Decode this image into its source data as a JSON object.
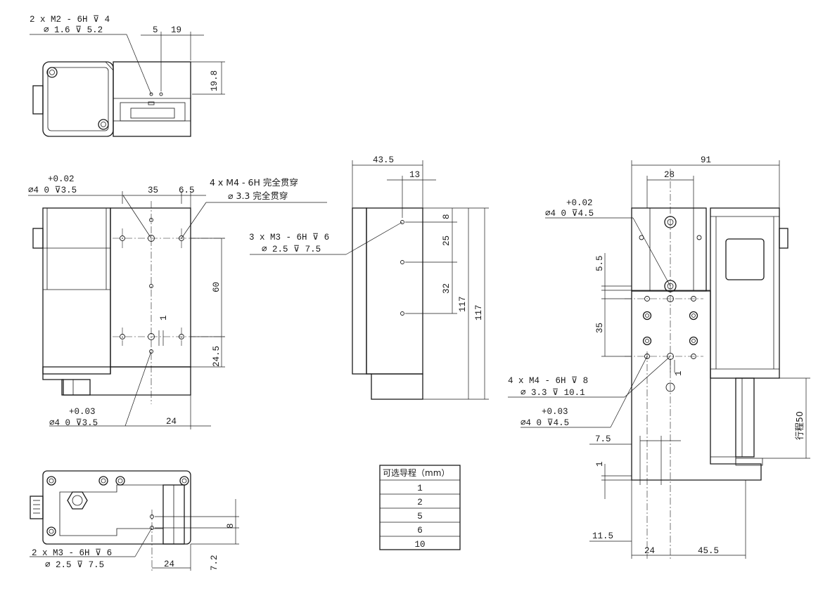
{
  "top_view": {
    "callout_line1": "2 x  M2 - 6H ⊽ 4",
    "callout_line2": "⌀  1.6 ⊽ 5.2",
    "dim_5": "5",
    "dim_19": "19",
    "dim_19_8": "19.8"
  },
  "front_view": {
    "tol_top": "+0.02",
    "pin_top": "⌀4  0   ⊽3.5",
    "tol_bottom": "+0.03",
    "pin_bottom": "⌀4  0   ⊽3.5",
    "callout_m4_line1": "4 x  M4 - 6H 完全贯穿",
    "callout_m4_line2": "⌀  3.3 完全贯穿",
    "dim_35": "35",
    "dim_6_5": "6.5",
    "dim_60": "60",
    "dim_1": "1",
    "dim_24_5": "24.5",
    "dim_24": "24"
  },
  "side_view": {
    "callout_line1": "3 x  M3 - 6H ⊽ 6",
    "callout_line2": "⌀  2.5 ⊽ 7.5",
    "dim_43_5": "43.5",
    "dim_13": "13",
    "dim_8": "8",
    "dim_25": "25",
    "dim_32": "32",
    "dim_117a": "117",
    "dim_117b": "117"
  },
  "right_view": {
    "dim_91": "91",
    "dim_28": "28",
    "tol_top": "+0.02",
    "pin_top": "⌀4  0   ⊽4.5",
    "dim_5_5": "5.5",
    "dim_35": "35",
    "callout_line1": "4 x  M4 - 6H ⊽ 8",
    "callout_line2": "⌀  3.3 ⊽ 10.1",
    "tol_bottom": "+0.03",
    "pin_bottom": "⌀4  0   ⊽4.5",
    "dim_1": "1",
    "dim_7_5": "7.5",
    "dim_1b": "1",
    "dim_11_5": "11.5",
    "dim_24": "24",
    "dim_45_5": "45.5",
    "stroke_label": "行程50"
  },
  "bottom_view": {
    "callout_line1": "2 x  M3 - 6H ⊽ 6",
    "callout_line2": "⌀  2.5 ⊽ 7.5",
    "dim_8": "8",
    "dim_7_2": "7.2",
    "dim_24": "24"
  },
  "lead_table": {
    "header": "可选导程（mm）",
    "rows": [
      "1",
      "2",
      "5",
      "6",
      "10"
    ]
  }
}
